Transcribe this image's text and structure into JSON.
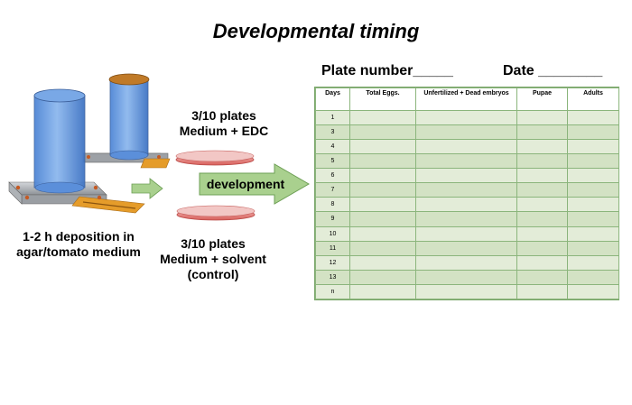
{
  "title": "Developmental timing",
  "plate_number_label": "Plate  number_____",
  "date_label": "Date ________",
  "deposition_caption": [
    "1-2 h deposition in",
    "agar/tomato medium"
  ],
  "edc_caption": [
    "3/10 plates",
    "Medium + EDC"
  ],
  "control_caption": [
    "3/10 plates",
    "Medium + solvent",
    "(control)"
  ],
  "development_label": "development",
  "table": {
    "headers": [
      "Days",
      "Total Eggs.",
      "Unfertilized + Dead embryos",
      "Pupae",
      "Adults"
    ],
    "days": [
      "1",
      "3",
      "4",
      "5",
      "6",
      "7",
      "8",
      "9",
      "10",
      "11",
      "12",
      "13",
      "n"
    ]
  },
  "colors": {
    "cylinder_blue": "#6fa0e0",
    "base_gray": "#b9bcc0",
    "slider_orange": "#e59c2a",
    "lid_orange": "#c07a28",
    "plate_red": "#e48380",
    "arrow_green": "#a9d08e",
    "table_row_light": "#e3ecd8",
    "table_row_dark": "#d3e2c4"
  }
}
